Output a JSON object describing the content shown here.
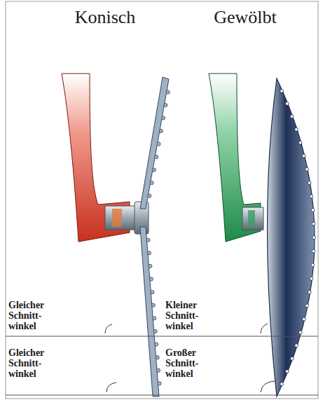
{
  "diagram": {
    "labels": [
      "Konisch",
      "Gewölbt",
      "Gleicher Schnitt- winkel",
      "Kleiner Schnitt- winkel",
      "Gleicher Schnitt- winkel",
      "Großer Schnitt- winkel"
    ]
  }
}
